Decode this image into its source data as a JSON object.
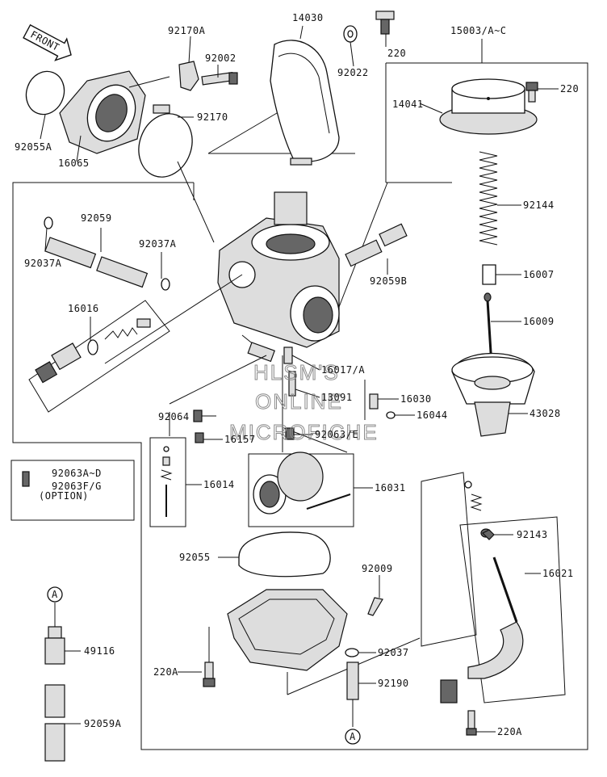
{
  "diagram": {
    "front_label": "FRONT",
    "watermark": [
      "HLSM'S",
      "ONLINE",
      "MICROFICHE"
    ],
    "option_box_text": "(OPTION)",
    "circle_marker": "A",
    "labels": {
      "p92170A": "92170A",
      "p14030": "14030",
      "p220_top": "220",
      "p15003": "15003/A~C",
      "p92002": "92002",
      "p92022": "92022",
      "p14041": "14041",
      "p220_cap": "220",
      "p92170": "92170",
      "p92055A": "92055A",
      "p16065": "16065",
      "p92144": "92144",
      "p92059": "92059",
      "p92037A_l": "92037A",
      "p92037A_r": "92037A",
      "p92059B": "92059B",
      "p16007": "16007",
      "p16016": "16016",
      "p16009": "16009",
      "p16017": "16017/A",
      "p13091": "13091",
      "p16030": "16030",
      "p92064": "92064",
      "p16044": "16044",
      "p43028": "43028",
      "p16157": "16157",
      "p92063E": "92063/E",
      "p92063AD": "92063A~D",
      "p92063FG": "92063F/G",
      "p16014": "16014",
      "p16031": "16031",
      "p92143": "92143",
      "p92055": "92055",
      "p92009": "92009",
      "p16021": "16021",
      "p49116": "49116",
      "p92037": "92037",
      "p220A_l": "220A",
      "p92190": "92190",
      "p92059A": "92059A",
      "p220A_r": "220A"
    }
  }
}
